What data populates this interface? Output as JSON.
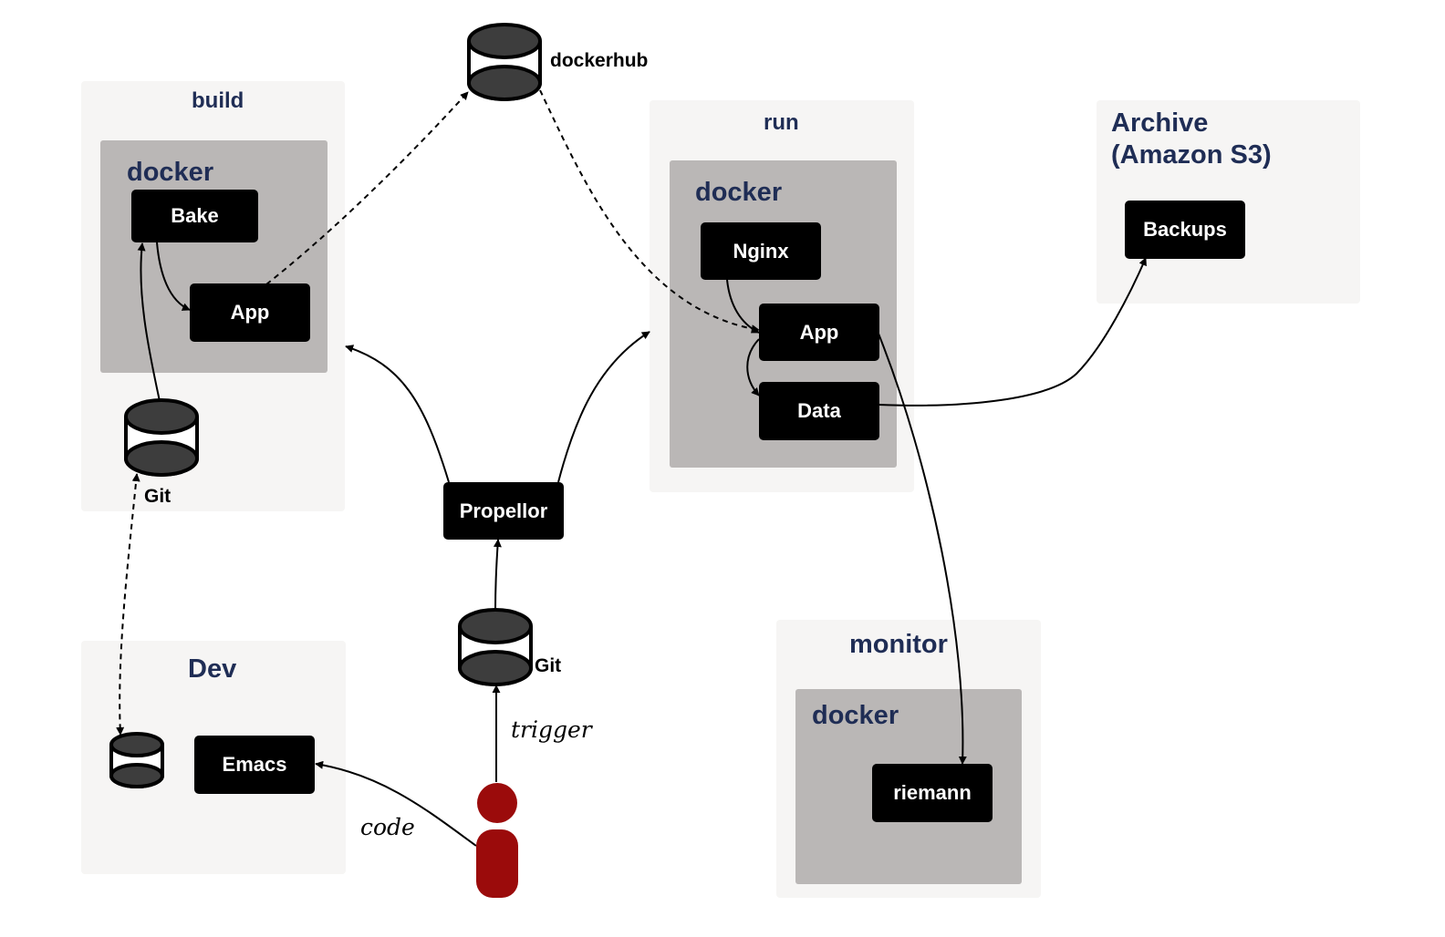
{
  "groups": {
    "build": {
      "title": "build",
      "inner_title": "docker"
    },
    "run": {
      "title": "run",
      "inner_title": "docker"
    },
    "archive": {
      "title_line1": "Archive",
      "title_line2": "(Amazon S3)"
    },
    "monitor": {
      "title": "monitor",
      "inner_title": "docker"
    },
    "dev": {
      "title": "Dev"
    }
  },
  "nodes": {
    "bake": "Bake",
    "build_app": "App",
    "nginx": "Nginx",
    "run_app": "App",
    "data": "Data",
    "backups": "Backups",
    "propellor": "Propellor",
    "emacs": "Emacs",
    "riemann": "riemann"
  },
  "stores": {
    "dockerhub": "dockerhub",
    "build_git": "Git",
    "propellor_git": "Git"
  },
  "edge_labels": {
    "trigger": "trigger",
    "code": "code"
  },
  "colors": {
    "group_bg": "#f6f5f4",
    "docker_bg": "#bab7b6",
    "title_text": "#1f2d55",
    "node_bg": "#000000",
    "cylinder_fill": "#3d3d3d",
    "person": "#9b0b0b"
  },
  "icons": {
    "repository": "cylinder-icon",
    "user": "person-icon"
  }
}
